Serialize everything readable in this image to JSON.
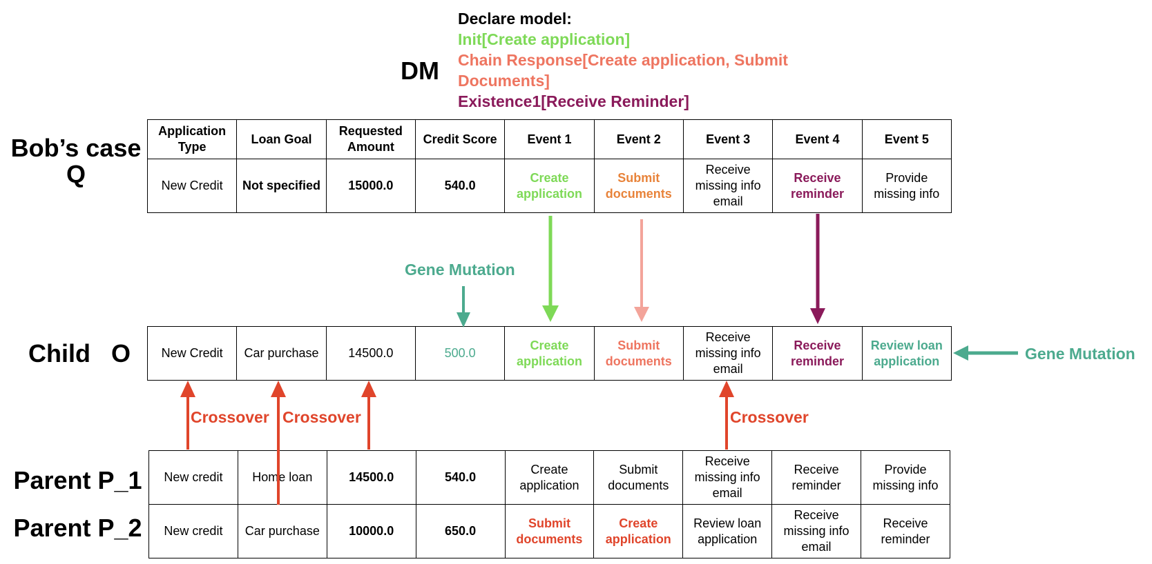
{
  "colors": {
    "green": "#7ed957",
    "orange": "#e8833a",
    "salmon": "#ee7560",
    "salmon_arrow": "#f3a49a",
    "purple": "#8a1a5a",
    "teal": "#4caa8e",
    "red": "#e0452b"
  },
  "declare": {
    "tag": "DM",
    "title": "Declare model:",
    "rules": [
      {
        "text": "Init[Create application]",
        "color": "green"
      },
      {
        "text": "Chain Response[Create application, Submit Documents]",
        "color": "salmon"
      },
      {
        "text": "Existence1[Receive Reminder]",
        "color": "purple"
      }
    ]
  },
  "labels": {
    "bob": "Bob’s case Q",
    "child": "Child   O",
    "parent1": "Parent P_1",
    "parent2": "Parent P_2",
    "gene_mutation_1": "Gene Mutation",
    "gene_mutation_2": "Gene Mutation",
    "crossover_1": "Crossover",
    "crossover_2": "Crossover",
    "crossover_3": "Crossover"
  },
  "header": [
    "Application Type",
    "Loan Goal",
    "Requested Amount",
    "Credit Score",
    "Event 1",
    "Event 2",
    "Event 3",
    "Event 4",
    "Event 5"
  ],
  "bob_row": [
    {
      "text": "New Credit",
      "bold": false,
      "color": ""
    },
    {
      "text": "Not specified",
      "bold": true,
      "color": ""
    },
    {
      "text": "15000.0",
      "bold": true,
      "color": ""
    },
    {
      "text": "540.0",
      "bold": true,
      "color": ""
    },
    {
      "text": "Create application",
      "bold": true,
      "color": "green"
    },
    {
      "text": "Submit documents",
      "bold": true,
      "color": "orange"
    },
    {
      "text": "Receive missing info email",
      "bold": false,
      "color": ""
    },
    {
      "text": "Receive reminder",
      "bold": true,
      "color": "purple"
    },
    {
      "text": "Provide missing info",
      "bold": false,
      "color": ""
    }
  ],
  "child_row": [
    {
      "text": "New Credit",
      "bold": false,
      "color": ""
    },
    {
      "text": "Car purchase",
      "bold": false,
      "color": ""
    },
    {
      "text": "14500.0",
      "bold": false,
      "color": ""
    },
    {
      "text": "500.0",
      "bold": false,
      "color": "teal"
    },
    {
      "text": "Create application",
      "bold": true,
      "color": "green"
    },
    {
      "text": "Submit documents",
      "bold": true,
      "color": "salmon"
    },
    {
      "text": "Receive missing info email",
      "bold": false,
      "color": ""
    },
    {
      "text": "Receive reminder",
      "bold": true,
      "color": "purple"
    },
    {
      "text": "Review loan application",
      "bold": true,
      "color": "teal"
    }
  ],
  "parent1_row": [
    {
      "text": "New credit",
      "bold": false,
      "color": ""
    },
    {
      "text": "Home loan",
      "bold": false,
      "color": ""
    },
    {
      "text": "14500.0",
      "bold": true,
      "color": ""
    },
    {
      "text": "540.0",
      "bold": true,
      "color": ""
    },
    {
      "text": "Create application",
      "bold": false,
      "color": ""
    },
    {
      "text": "Submit documents",
      "bold": false,
      "color": ""
    },
    {
      "text": "Receive missing info email",
      "bold": false,
      "color": ""
    },
    {
      "text": "Receive reminder",
      "bold": false,
      "color": ""
    },
    {
      "text": "Provide missing info",
      "bold": false,
      "color": ""
    }
  ],
  "parent2_row": [
    {
      "text": "New credit",
      "bold": false,
      "color": ""
    },
    {
      "text": "Car purchase",
      "bold": false,
      "color": ""
    },
    {
      "text": "10000.0",
      "bold": true,
      "color": ""
    },
    {
      "text": "650.0",
      "bold": true,
      "color": ""
    },
    {
      "text": "Submit documents",
      "bold": true,
      "color": "red"
    },
    {
      "text": "Create application",
      "bold": true,
      "color": "red"
    },
    {
      "text": "Review loan application",
      "bold": false,
      "color": ""
    },
    {
      "text": "Receive missing info email",
      "bold": false,
      "color": ""
    },
    {
      "text": "Receive reminder",
      "bold": false,
      "color": ""
    }
  ]
}
